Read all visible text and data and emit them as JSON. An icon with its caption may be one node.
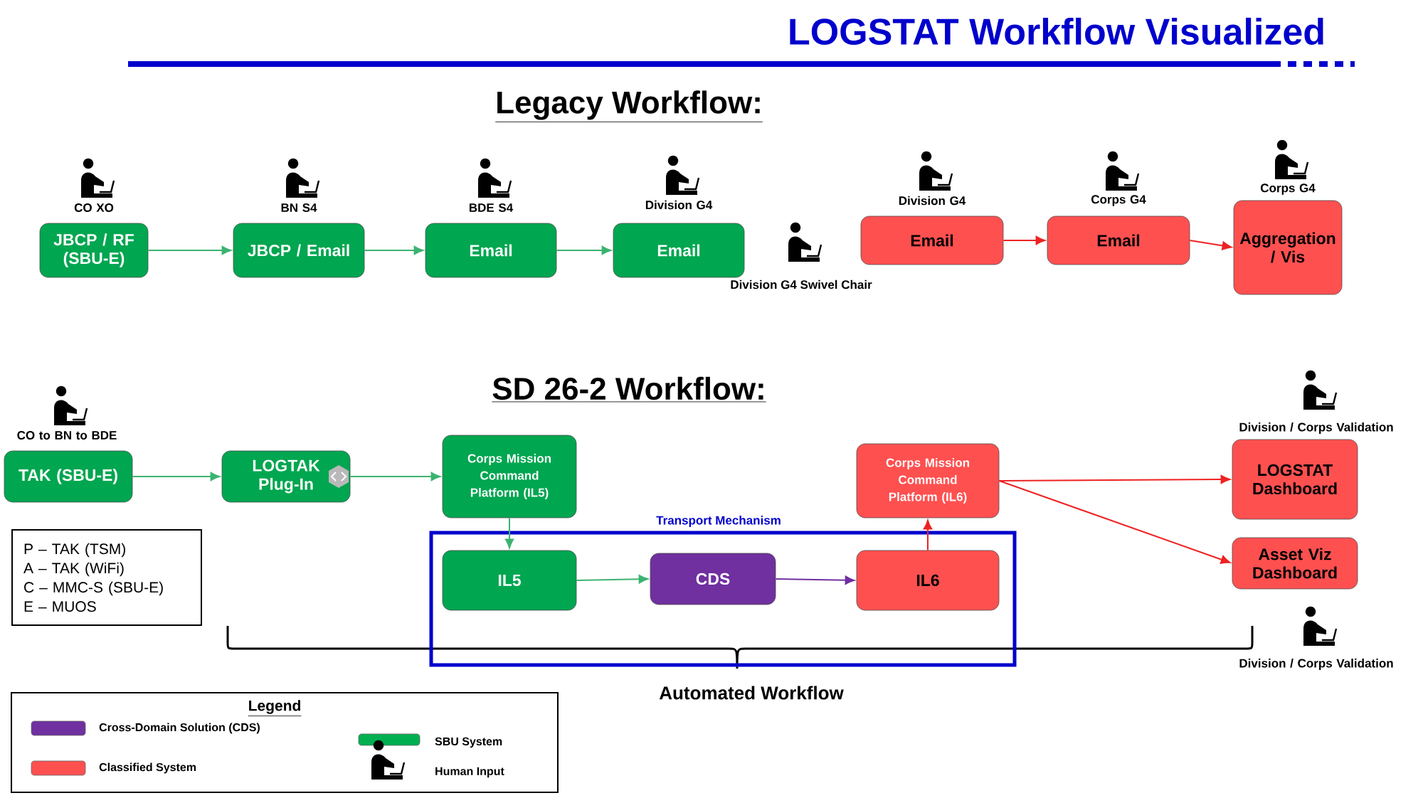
{
  "diagram": {
    "title": "LOGSTAT Workflow Visualized",
    "nodes": [
      {
        "text": [
          "CO XO",
          "JBCP / RF (SBU-E)"
        ]
      },
      {
        "text": [
          "BN S4",
          "JBCP / Email"
        ]
      },
      {
        "text": [
          "BDE S4",
          "Email"
        ]
      },
      {
        "text": [
          "Division G4",
          "Email"
        ]
      },
      {
        "text": [
          "Division G4",
          "Email"
        ]
      },
      {
        "text": [
          "Corps G4",
          "Email"
        ]
      },
      {
        "text": [
          "Aggregation / Vis"
        ],
        "beside": [
          "Corps G4"
        ]
      },
      {
        "text": [
          "CO to BN to BDE",
          "TAK (SBU-E)"
        ]
      },
      {
        "text": [
          "LOGTAK Plug-In"
        ]
      },
      {
        "text": [
          "Corps Mission Command Platform (IL5)"
        ]
      },
      {
        "text": [
          "Transport Mechanism"
        ]
      },
      {
        "text": [
          "IL5"
        ],
        "in": 10
      },
      {
        "text": [
          "CDS"
        ],
        "in": 10
      },
      {
        "text": [
          "IL6"
        ],
        "in": 10
      },
      {
        "text": [
          "Corps Mission Command Platform (IL6)"
        ]
      },
      {
        "text": [
          "LOGSTAT Dashboard"
        ],
        "beside": [
          "Division / Corps Validation"
        ]
      },
      {
        "text": [
          "Asset Viz Dashboard"
        ],
        "beside": [
          "Division / Corps Validation"
        ]
      },
      {
        "text": [
          "P – TAK (TSM)",
          "A – TAK (WiFi)",
          "C – MMC-S (SBU-E)",
          "E – MUOS"
        ]
      }
    ],
    "edges": [
      {
        "from": 0,
        "to": 1,
        "arrow": "to",
        "color": "#3cb371"
      },
      {
        "from": 1,
        "to": 2,
        "arrow": "to",
        "color": "#3cb371"
      },
      {
        "from": 2,
        "to": 3,
        "arrow": "to",
        "color": "#3cb371"
      },
      {
        "from": 4,
        "to": 5,
        "arrow": "to",
        "color": "#ee2222"
      },
      {
        "from": 5,
        "to": 6,
        "arrow": "to",
        "color": "#ee2222"
      },
      {
        "from": 7,
        "to": 8,
        "arrow": "to",
        "color": "#3cb371"
      },
      {
        "from": 8,
        "to": 9,
        "arrow": "to",
        "color": "#3cb371"
      },
      {
        "from": 9,
        "to": 11,
        "arrow": "to",
        "color": "#3cb371"
      },
      {
        "from": 11,
        "to": 12,
        "arrow": "to",
        "color": "#3cb371"
      },
      {
        "from": 12,
        "to": 13,
        "arrow": "to",
        "color": "#7030a0"
      },
      {
        "from": 13,
        "to": 14,
        "arrow": "to",
        "color": "#ee2222"
      },
      {
        "from": 14,
        "to": 15,
        "arrow": "to",
        "color": "#ee2222"
      },
      {
        "from": 14,
        "to": 16,
        "arrow": "to",
        "color": "#ee2222"
      }
    ],
    "labels": [
      "Legacy Workflow:",
      "Division G4 Swivel Chair",
      "SD 26-2 Workflow:",
      "Automated Workflow",
      "Legend"
    ],
    "legend": [
      {
        "text": "Cross-Domain Solution (CDS)",
        "color": "#7030a0"
      },
      {
        "text": "Classified System",
        "color": "#ff5050"
      },
      {
        "text": "SBU System",
        "color": "#00b050"
      },
      {
        "text": "Human Input"
      }
    ]
  }
}
